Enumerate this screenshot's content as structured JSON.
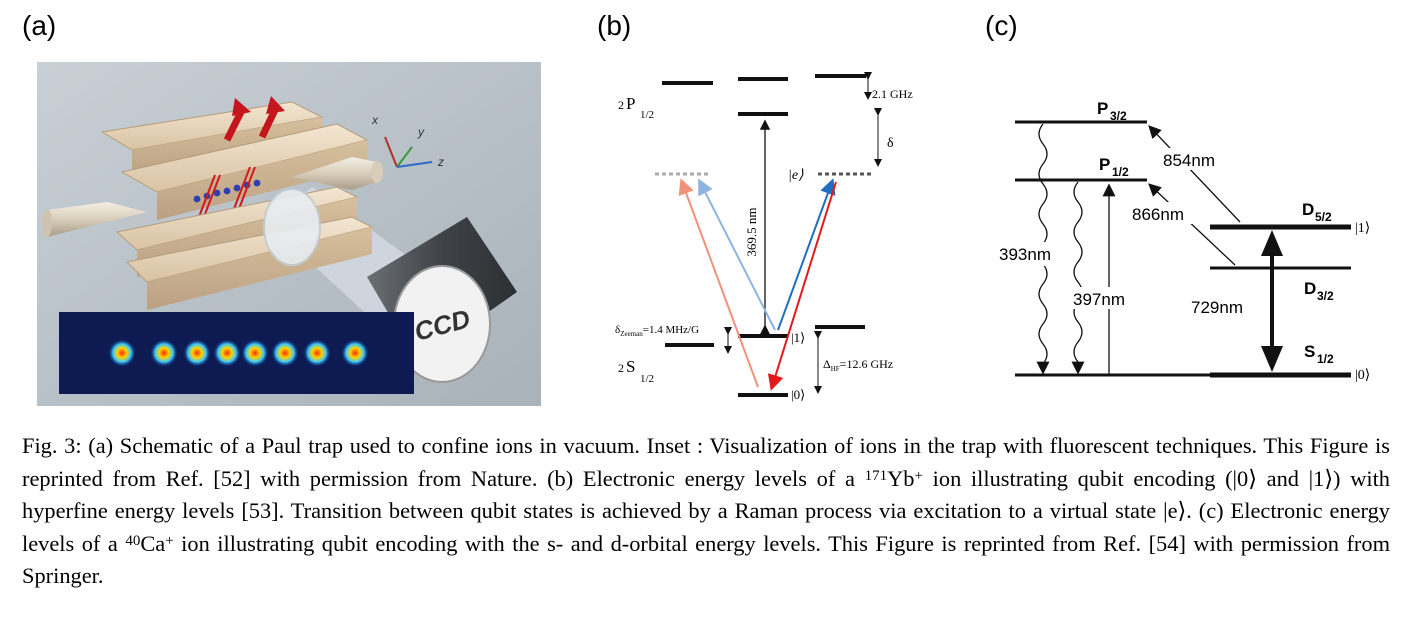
{
  "panels": {
    "a": {
      "label": "(a)",
      "axes": {
        "x": "x",
        "y": "y",
        "z": "z"
      },
      "detector_label": "CCD"
    },
    "b": {
      "label": "(b)",
      "state_p_base": "2",
      "state_p_main": "P",
      "state_p_sub": "1/2",
      "state_s_base": "2",
      "state_s_main": "S",
      "state_s_sub": "1/2",
      "freq_p": "2.1 GHz",
      "delta": "δ",
      "virtual_state": "|e⟩",
      "wavelength": "369.5 nm",
      "zeeman_symbol": "δ",
      "zeeman_sub": "Zeeman",
      "zeeman_value": "=1.4 MHz/G",
      "hf_symbol": "Δ",
      "hf_sub": "HF",
      "hf_value": "=12.6 GHz",
      "ket1": "|1⟩",
      "ket0": "|0⟩"
    },
    "c": {
      "label": "(c)",
      "levels": {
        "p32_main": "P",
        "p32_sub": "3/2",
        "p12_main": "P",
        "p12_sub": "1/2",
        "d52_main": "D",
        "d52_sub": "5/2",
        "d32_main": "D",
        "d32_sub": "3/2",
        "s12_main": "S",
        "s12_sub": "1/2"
      },
      "wavelengths": {
        "w854": "854nm",
        "w866": "866nm",
        "w393": "393nm",
        "w397": "397nm",
        "w729": "729nm"
      },
      "ket1": "|1⟩",
      "ket0": "|0⟩"
    }
  },
  "caption": {
    "p1": "Fig. 3: (a) Schematic of a Paul trap used to confine ions in vacuum. Inset : Visualization of ions in the trap with fluorescent techniques. This Figure is reprinted from Ref. [52] with permission from Nature. (b) Electronic energy levels of a ",
    "sup1": "171",
    "p2": "Yb",
    "sup2": "+",
    "p3": " ion illustrating qubit encoding (|0⟩ and |1⟩) with hyperfine energy levels [53]. Transition between qubit states is achieved by a Raman process via excitation to a virtual state |e⟩. (c) Electronic energy levels of a ",
    "sup3": "40",
    "p4": "Ca",
    "sup4": "+",
    "p5": " ion illustrating qubit encoding with the s- and d-orbital energy levels. This Figure is reprinted from Ref. [54] with permission from Springer."
  },
  "colors": {
    "arrow_red": "#e31a1c",
    "arrow_blue": "#1f6fbf",
    "arrow_pink": "#f0927a",
    "arrow_lightblue": "#8fb3e0",
    "trap_bg": "#b9c2c9",
    "electrode": "#e9d8bf"
  }
}
